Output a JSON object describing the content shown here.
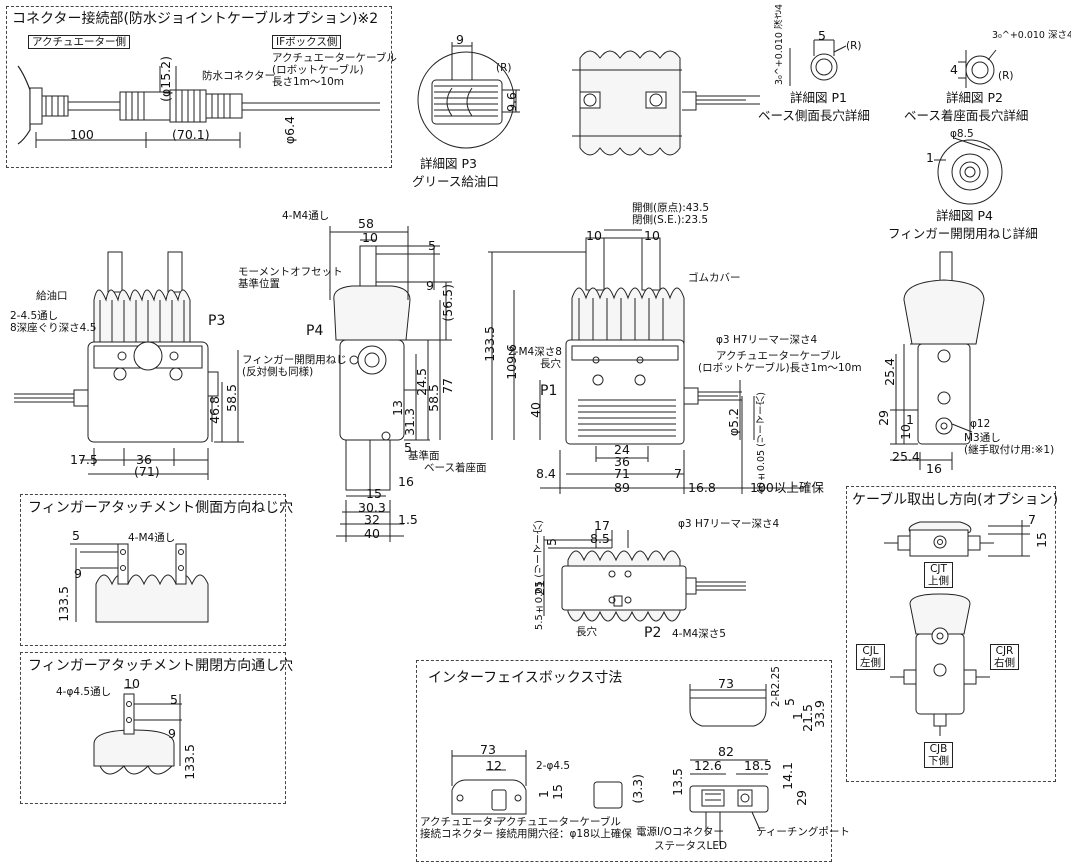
{
  "sections": {
    "connector": {
      "title": "コネクター接続部(防水ジョイントケーブルオプション)※2",
      "actuator_side": "アクチュエーター側",
      "if_box_side": "IFボックス側",
      "waterproof_connector": "防水コネクター",
      "cable_lines": [
        "アクチュエーターケーブル",
        "(ロボットケーブル)",
        "長さ1m～10m"
      ],
      "dims": {
        "d100": "100",
        "d70": "(70.1)",
        "phi15": "(φ15.2)",
        "phi6": "φ6.4"
      }
    },
    "p3": {
      "title_lines": [
        "詳細図 P3",
        "グリース給油口"
      ],
      "dims": {
        "nine": "9",
        "r": "(R)",
        "h": "9.6"
      }
    },
    "p1": {
      "title_lines": [
        "詳細図 P1",
        "ベース側面長穴詳細"
      ],
      "dims": {
        "five": "5",
        "r": "(R)",
        "depth": "3₀^+0.010 深さ4",
        "three": "3",
        "four": "4"
      }
    },
    "p2": {
      "title_lines": [
        "詳細図 P2",
        "ベース着座面長穴詳細"
      ],
      "dims": {
        "depth": "3₀^+0.010 深さ4",
        "four": "4",
        "r": "(R)"
      }
    },
    "p4": {
      "title_lines": [
        "詳細図 P4",
        "フィンガー開閉用ねじ詳細"
      ],
      "dims": {
        "phi": "φ8.5",
        "one": "1"
      }
    },
    "front": {
      "oil_port": "給油口",
      "counterbore": [
        "2-4.5通し",
        "8深座ぐり深さ4.5"
      ],
      "p3_tag": "P3",
      "dims": {
        "d17": "17.5",
        "d36": "36",
        "d71": "(71)",
        "d46": "46.8",
        "d58": "58.5"
      }
    },
    "side": {
      "m4": "4-M4通し",
      "moment_lines": [
        "モーメントオフセット",
        "基準位置"
      ],
      "p4_tag": "P4",
      "finger_screw_lines": [
        "フィンガー開閉用ねじ",
        "(反対側も同様)"
      ],
      "ref_plane": "基準面",
      "base_plane": "ベース着座面",
      "dims": {
        "d58": "58",
        "d10": "10",
        "d5": "5",
        "d9": "9",
        "d56": "(56.5)",
        "d24": "24.5",
        "d58b": "58.5",
        "d77": "77",
        "d31": "31.3",
        "d13": "13",
        "d5b": "5",
        "d16": "16",
        "d15": "15",
        "d30": "30.3",
        "d32": "32",
        "d40": "40",
        "d15b": "1.5"
      }
    },
    "main": {
      "open_side": "開側(原点):43.5",
      "close_side": "閉側(S.E.):23.5",
      "rubber": "ゴムカバー",
      "m4_depth": "2-M4深さ8",
      "slot": "長穴",
      "p1_tag": "P1",
      "reamer": "φ3 H7リーマー深さ4",
      "cable_lines": [
        "アクチュエーターケーブル",
        "(ロボットケーブル)長さ1m～10m"
      ],
      "dims": {
        "d10a": "10",
        "d10b": "10",
        "d133": "133.5",
        "d109": "109.6",
        "d40": "40",
        "d24": "24",
        "d36": "36",
        "d71": "71",
        "d7": "7",
        "d8": "8.4",
        "d89": "89",
        "d16": "16.8",
        "d100": "100以上確保",
        "phi5": "φ5.2",
        "tol": "40±0.05 (リーマー穴)"
      }
    },
    "bottom": {
      "reamer": "φ3 H7リーマー深さ4",
      "slot": "長穴",
      "p2_tag": "P2",
      "m4_depth": "4-M4深さ5",
      "dims": {
        "d17": "17",
        "d8": "8.5",
        "d5": "5",
        "d55": "5.5±0.05 (リーマー穴)",
        "d21": "21"
      }
    },
    "right_side": {
      "m3": "M3通し",
      "m3_note": "(継手取付け用:※1)",
      "dims": {
        "d25a": "25.4",
        "d29": "29",
        "d10": "10",
        "d1": "1",
        "phi12": "φ12",
        "d25b": "25.4",
        "d16": "16"
      }
    },
    "finger_side": {
      "title": "フィンガーアタッチメント側面方向ねじ穴",
      "m4": "4-M4通し",
      "dims": {
        "d5": "5",
        "d9": "9",
        "d133": "133.5"
      }
    },
    "finger_open": {
      "title": "フィンガーアタッチメント開閉方向通し穴",
      "hole": "4-φ4.5通し",
      "dims": {
        "d10": "10",
        "d5": "5",
        "d9": "9",
        "d133": "133.5"
      }
    },
    "if_box": {
      "title": "インターフェイスボックス寸法",
      "dims": {
        "d73a": "73",
        "d12": "12",
        "phi45": "2-φ4.5",
        "d33": "(3.3)",
        "d1": "1",
        "d15": "15",
        "d73b": "73",
        "r225": "2-R2.25",
        "d5": "5",
        "d1b": "1",
        "d21": "21.5",
        "d33b": "33.9",
        "d82": "82",
        "d126": "12.6",
        "d185": "18.5",
        "d135": "13.5",
        "d141": "14.1",
        "d29": "29"
      },
      "labels": {
        "act_connector": [
          "アクチュエーター",
          "接続コネクター"
        ],
        "cable_hole": [
          "アクチュエーターケーブル",
          "接続用開穴径：φ18以上確保"
        ],
        "power": "電源I/Oコネクター",
        "teaching": "ティーチングポート",
        "status": "ステータスLED"
      }
    },
    "cable_dir": {
      "title": "ケーブル取出し方向(オプション)",
      "cjt": [
        "CJT",
        "上側"
      ],
      "cjl": [
        "CJL",
        "左側"
      ],
      "cjr": [
        "CJR",
        "右側"
      ],
      "cjb": [
        "CJB",
        "下側"
      ],
      "dims": {
        "d7": "7",
        "d15": "15"
      }
    }
  }
}
